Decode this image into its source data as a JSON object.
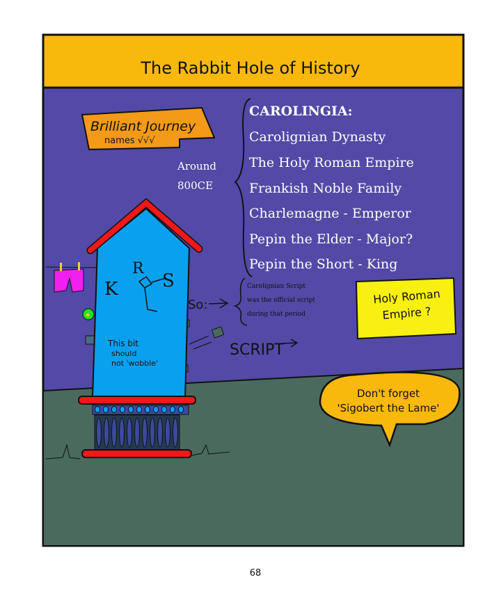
{
  "title": "The Rabbit Hole of History",
  "banner": {
    "line1": "Brilliant Journey",
    "line2": "names √√√"
  },
  "date": {
    "line1": "Around",
    "line2": "800CE"
  },
  "list": {
    "heading": "CAROLINGIA:",
    "items": [
      "Carolignian Dynasty",
      "The Holy Roman Empire",
      "Frankish Noble Family",
      "Charlemagne - Emperor",
      "Pepin the Elder - Major?",
      "Pepin the Short - King"
    ]
  },
  "note": {
    "line1": "Carolignian Script",
    "line2": "was the official script",
    "line3": "during that period"
  },
  "so_label": "So:",
  "script_label": "SCRIPT",
  "sticky": {
    "line1": "Holy Roman",
    "line2": "Empire ?"
  },
  "monogram": {
    "k": "K",
    "r": "R",
    "s": "S"
  },
  "house_note": {
    "line1": "This bit",
    "line2": "should",
    "line3": "not 'wobble'"
  },
  "bubble": {
    "line1": "Don't forget",
    "line2": "'Sigobert the Lame'"
  },
  "page_number": "68",
  "colors": {
    "header": "#f8b80c",
    "sky": "#524aa6",
    "ground": "#4a6a5e",
    "house": "#0aa0f0",
    "roof": "#f01818",
    "banner": "#f39a18",
    "sticky": "#f8f010",
    "bubble": "#f8b80c"
  }
}
